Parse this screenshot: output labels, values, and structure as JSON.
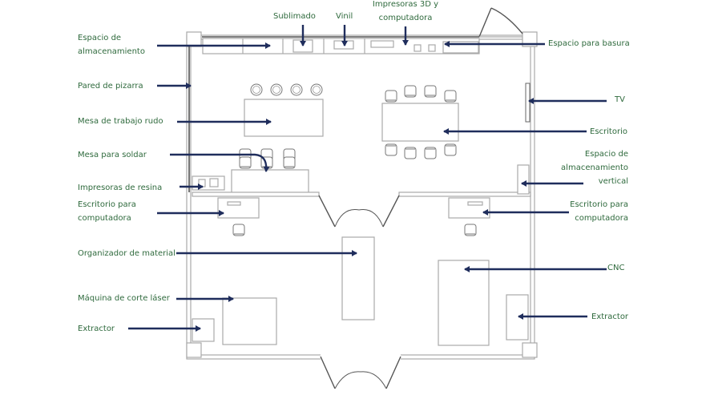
{
  "labels": {
    "sublimado": "Sublimado",
    "vinil": "Vinil",
    "impresoras_3d_l1": "Impresoras 3D y",
    "impresoras_3d_l2": "computadora",
    "espacio_almacenamiento_l1": "Espacio de",
    "espacio_almacenamiento_l2": "almacenamiento",
    "pared_pizarra": "Pared de pizarra",
    "mesa_trabajo_rudo": "Mesa de trabajo rudo",
    "mesa_soldar": "Mesa para soldar",
    "impresoras_resina": "Impresoras de resina",
    "escritorio_computadora_izq_l1": "Escritorio para",
    "escritorio_computadora_izq_l2": "computadora",
    "organizador_material": "Organizador de material",
    "maquina_corte_laser": "Máquina de corte láser",
    "extractor_izq": "Extractor",
    "espacio_basura": "Espacio para basura",
    "tv": "TV",
    "escritorio": "Escritorio",
    "almacenamiento_vertical_l1": "Espacio de",
    "almacenamiento_vertical_l2": "almacenamiento",
    "almacenamiento_vertical_l3": "vertical",
    "escritorio_computadora_der_l1": "Escritorio para",
    "escritorio_computadora_der_l2": "computadora",
    "cnc": "CNC",
    "extractor_der": "Extractor"
  },
  "colors": {
    "label_text": "#2f6a3d",
    "arrow": "#1f2d5c",
    "wall": "#a9a9a9",
    "background": "#ffffff"
  }
}
